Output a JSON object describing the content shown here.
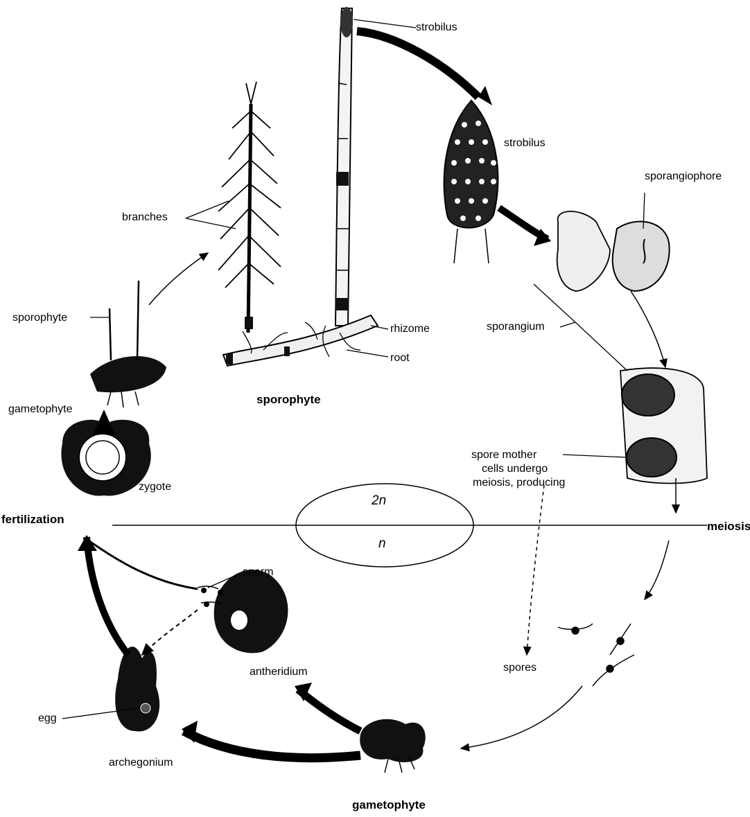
{
  "diagram": {
    "labels": {
      "strobilus_top": "strobilus",
      "strobilus_mid": "strobilus",
      "sporangiophore": "sporangiophore",
      "branches": "branches",
      "sporophyte_small": "sporophyte",
      "rhizome": "rhizome",
      "root": "root",
      "sporangium": "sporangium",
      "sporophyte_main": "sporophyte",
      "gametophyte_top": "gametophyte",
      "zygote": "zygote",
      "spore_mother_1": "spore mother",
      "spore_mother_2": "cells undergo",
      "spore_mother_3": "meiosis, producing",
      "fertilization": "fertilization",
      "meiosis": "meiosis",
      "ploidy_top": "2n",
      "ploidy_bottom": "n",
      "sperm": "sperm",
      "antheridium": "antheridium",
      "spores": "spores",
      "egg": "egg",
      "archegonium": "archegonium",
      "gametophyte_bottom": "gametophyte"
    }
  }
}
